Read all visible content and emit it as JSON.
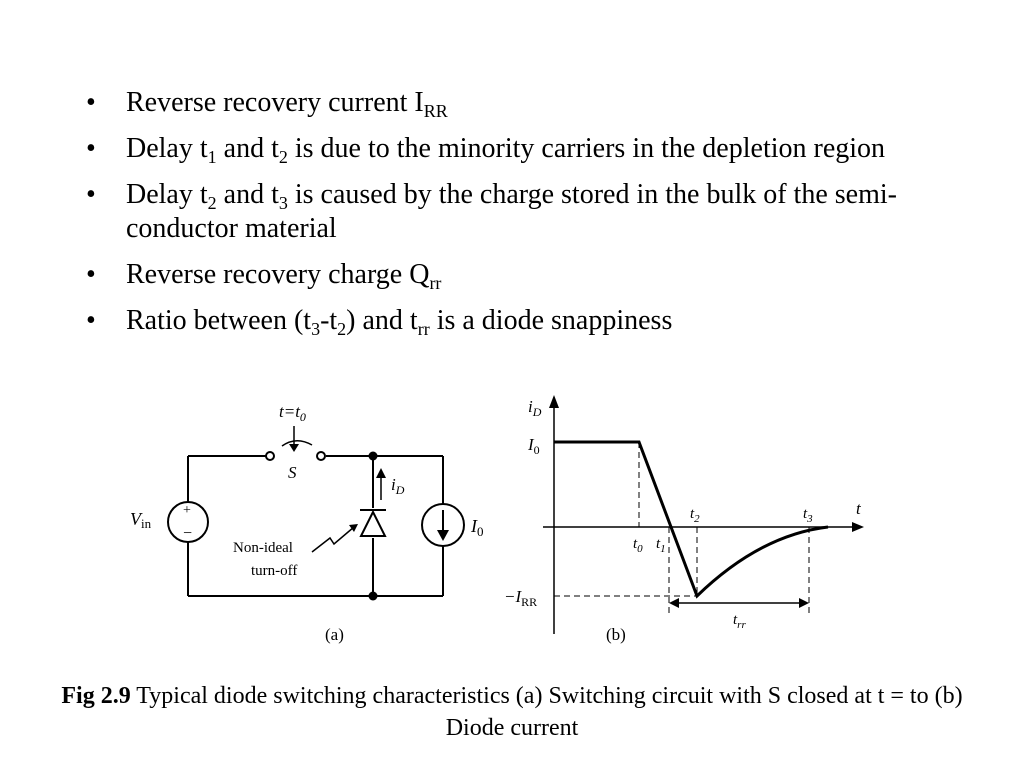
{
  "bullets": [
    {
      "parts": [
        {
          "t": "Reverse recovery current I"
        },
        {
          "s": "RR"
        }
      ]
    },
    {
      "parts": [
        {
          "t": "Delay t"
        },
        {
          "s": "1"
        },
        {
          "t": " and t"
        },
        {
          "s": "2"
        },
        {
          "t": " is due to the minority carriers in the depletion region"
        }
      ]
    },
    {
      "parts": [
        {
          "t": "Delay t"
        },
        {
          "s": "2"
        },
        {
          "t": " and t"
        },
        {
          "s": "3"
        },
        {
          "t": " is caused by the charge stored in the bulk of the semi-conductor material"
        }
      ]
    },
    {
      "parts": [
        {
          "t": "Reverse recovery charge Q"
        },
        {
          "s": "rr"
        }
      ]
    },
    {
      "parts": [
        {
          "t": "Ratio between (t"
        },
        {
          "s": "3"
        },
        {
          "t": "-t"
        },
        {
          "s": "2"
        },
        {
          "t": ") and t"
        },
        {
          "s": "rr"
        },
        {
          "t": " is a diode snappiness"
        }
      ]
    }
  ],
  "circuit": {
    "switch_time": "t=t",
    "switch_time_sub": "0",
    "switch_label": "S",
    "vin_label": "V",
    "vin_sub": "in",
    "plus": "+",
    "minus": "−",
    "diode_current": "i",
    "diode_current_sub": "D",
    "source_label": "I",
    "source_sub": "0",
    "note_line1": "Non-ideal",
    "note_line2": "turn-off",
    "panel_label": "(a)"
  },
  "waveform": {
    "y_axis": "i",
    "y_axis_sub": "D",
    "x_axis": "t",
    "i0": "I",
    "i0_sub": "0",
    "irr": "−I",
    "irr_sub": "RR",
    "t0": "t",
    "t0_sub": "0",
    "t1": "t",
    "t1_sub": "1",
    "t2": "t",
    "t2_sub": "2",
    "t3": "t",
    "t3_sub": "3",
    "trr": "t",
    "trr_sub": "rr",
    "panel_label": "(b)"
  },
  "caption": {
    "bold": "Fig 2.9",
    "text": " Typical diode switching characteristics (a) Switching circuit with S closed at t = to (b) Diode current"
  }
}
